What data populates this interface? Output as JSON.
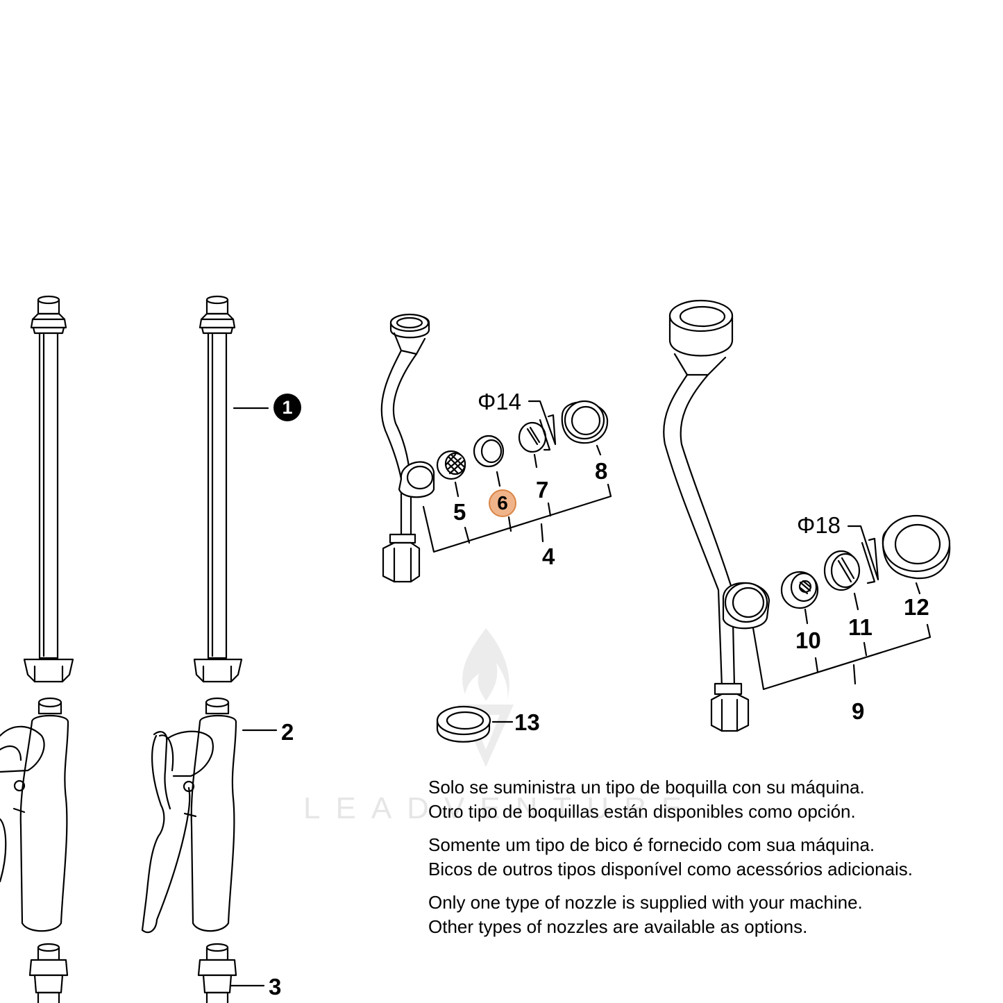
{
  "watermark": {
    "text": "LEADVENTURE"
  },
  "callouts": {
    "p1": "1",
    "p2": "2",
    "p3": "3",
    "p4": "4",
    "p5": "5",
    "p6": "6",
    "p7": "7",
    "p8": "8",
    "p9": "9",
    "p10": "10",
    "p11": "11",
    "p12": "12",
    "p13": "13"
  },
  "dimensions": {
    "small": "Φ14",
    "large": "Φ18"
  },
  "notes": {
    "es": [
      "Solo se suministra un tipo de boquilla con su máquina.",
      "Otro tipo de boquillas están disponibles como opción."
    ],
    "pt": [
      "Somente um tipo de bico é fornecido com sua máquina.",
      "Bicos de outros tipos disponível como acessórios adicionais."
    ],
    "en": [
      "Only one type of nozzle is supplied with your machine.",
      "Other types of nozzles are available as options."
    ]
  },
  "colors": {
    "highlight_fill": "#f0b48a",
    "highlight_stroke": "#d98546",
    "ink": "#000000",
    "watermark": "#e6e6e6"
  }
}
